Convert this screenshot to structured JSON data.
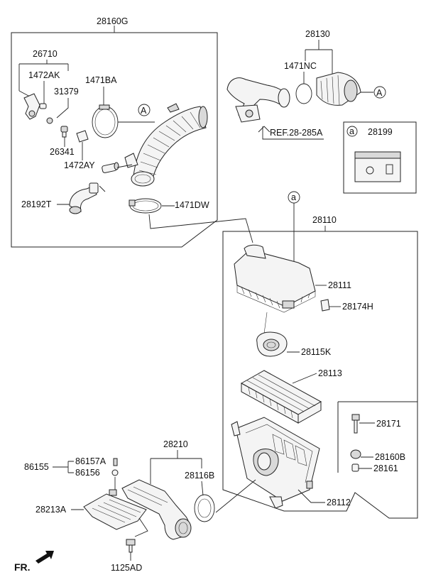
{
  "labels": {
    "l_28160G": "28160G",
    "l_26710": "26710",
    "l_1472AK": "1472AK",
    "l_31379": "31379",
    "l_1471BA": "1471BA",
    "l_26341": "26341",
    "l_1472AY": "1472AY",
    "l_28192T": "28192T",
    "l_1471DW": "1471DW",
    "l_28130": "28130",
    "l_1471NC": "1471NC",
    "l_ref": "REF.28-285A",
    "l_28199": "28199",
    "l_28110": "28110",
    "l_28111": "28111",
    "l_28174H": "28174H",
    "l_28115K": "28115K",
    "l_28113": "28113",
    "l_28171": "28171",
    "l_28160B": "28160B",
    "l_28161": "28161",
    "l_28112": "28112",
    "l_28210": "28210",
    "l_28116B": "28116B",
    "l_86155": "86155",
    "l_86157A": "86157A",
    "l_86156": "86156",
    "l_28213A": "28213A",
    "l_1125AD": "1125AD",
    "l_fr": "FR.",
    "callout_A1": "A",
    "callout_A2": "A",
    "callout_a1": "a",
    "callout_a2": "a"
  }
}
